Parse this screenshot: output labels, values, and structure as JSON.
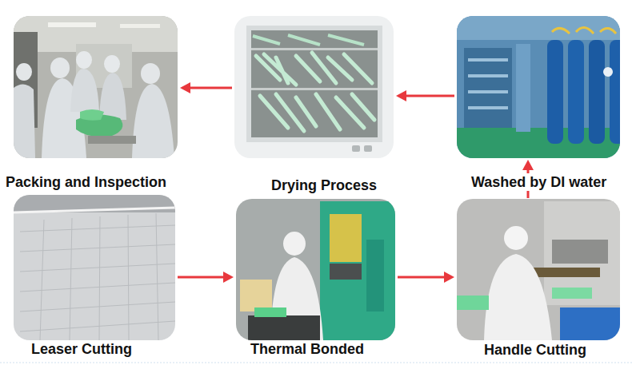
{
  "diagram": {
    "nodes": [
      {
        "text": [
          "Packing and Inspection"
        ]
      },
      {
        "text": [
          "Drying Process"
        ]
      },
      {
        "text": [
          "Washed by DI water"
        ]
      },
      {
        "text": [
          "Leaser Cutting"
        ]
      },
      {
        "text": [
          "Thermal Bonded"
        ]
      },
      {
        "text": [
          "Handle Cutting"
        ]
      }
    ],
    "edges": [
      {
        "from": 3,
        "to": 4,
        "arrow": "to"
      },
      {
        "from": 4,
        "to": 5,
        "arrow": "to"
      },
      {
        "from": 5,
        "to": 2,
        "arrow": "to"
      },
      {
        "from": 2,
        "to": 1,
        "arrow": "to"
      },
      {
        "from": 1,
        "to": 0,
        "arrow": "to"
      }
    ]
  }
}
